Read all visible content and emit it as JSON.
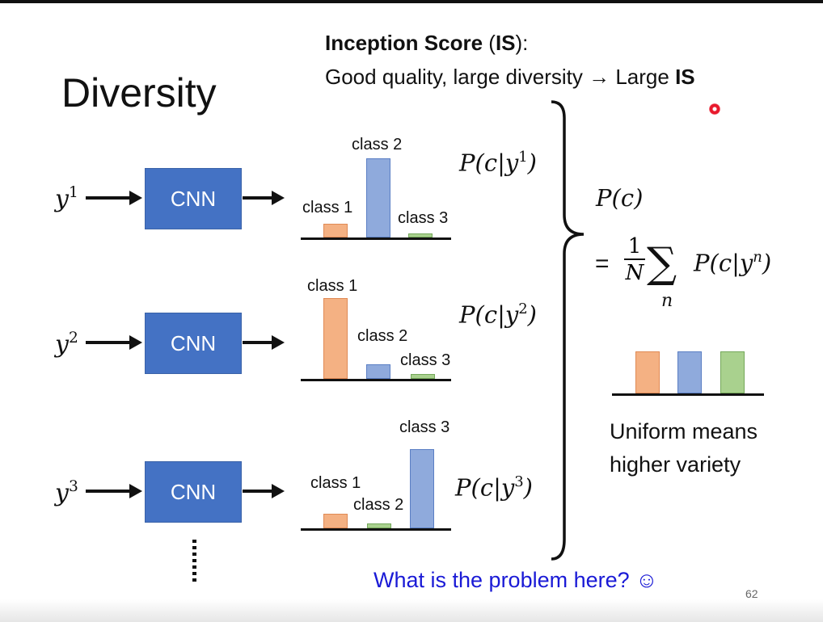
{
  "slide": {
    "title": "Diversity",
    "header_line1_bold": "Inception Score",
    "header_line1_paren_open": " (",
    "header_line1_bold2": "IS",
    "header_line1_end": "):",
    "header_line2": "Good quality, large diversity → Large ",
    "header_line2_bold": "IS",
    "page_number": "62",
    "question": "What is the problem here? ☺"
  },
  "rows": [
    {
      "input_base": "y",
      "input_sup": "1",
      "cnn_label": "CNN",
      "distribution_base": "P(c|y",
      "distribution_sup": "1",
      "distribution_end": ")",
      "labels": [
        "class 1",
        "class 2",
        "class 3"
      ],
      "values": [
        0.17,
        1.0,
        0.05
      ]
    },
    {
      "input_base": "y",
      "input_sup": "2",
      "cnn_label": "CNN",
      "distribution_base": "P(c|y",
      "distribution_sup": "2",
      "distribution_end": ")",
      "labels": [
        "class 1",
        "class 2",
        "class 3"
      ],
      "values": [
        1.0,
        0.18,
        0.06
      ]
    },
    {
      "input_base": "y",
      "input_sup": "3",
      "cnn_label": "CNN",
      "distribution_base": "P(c|y",
      "distribution_sup": "3",
      "distribution_end": ")",
      "labels": [
        "class 1",
        "class 2",
        "class 3"
      ],
      "values": [
        0.18,
        0.06,
        1.0
      ]
    }
  ],
  "aggregate": {
    "pc": "P(c)",
    "eq": "=",
    "num": "1",
    "den": "N",
    "sum": "∑",
    "sub": "n",
    "term_base": "P(c|y",
    "term_sup": "n",
    "term_end": ")",
    "uniform_values": [
      1.0,
      1.0,
      1.0
    ],
    "caption_line1": "Uniform means",
    "caption_line2": "higher variety"
  },
  "colors": {
    "cnn": "#4472c4",
    "class1": "#f4b183",
    "class2": "#8faadc",
    "class3": "#a9d18e",
    "question": "#1a1ad6"
  }
}
